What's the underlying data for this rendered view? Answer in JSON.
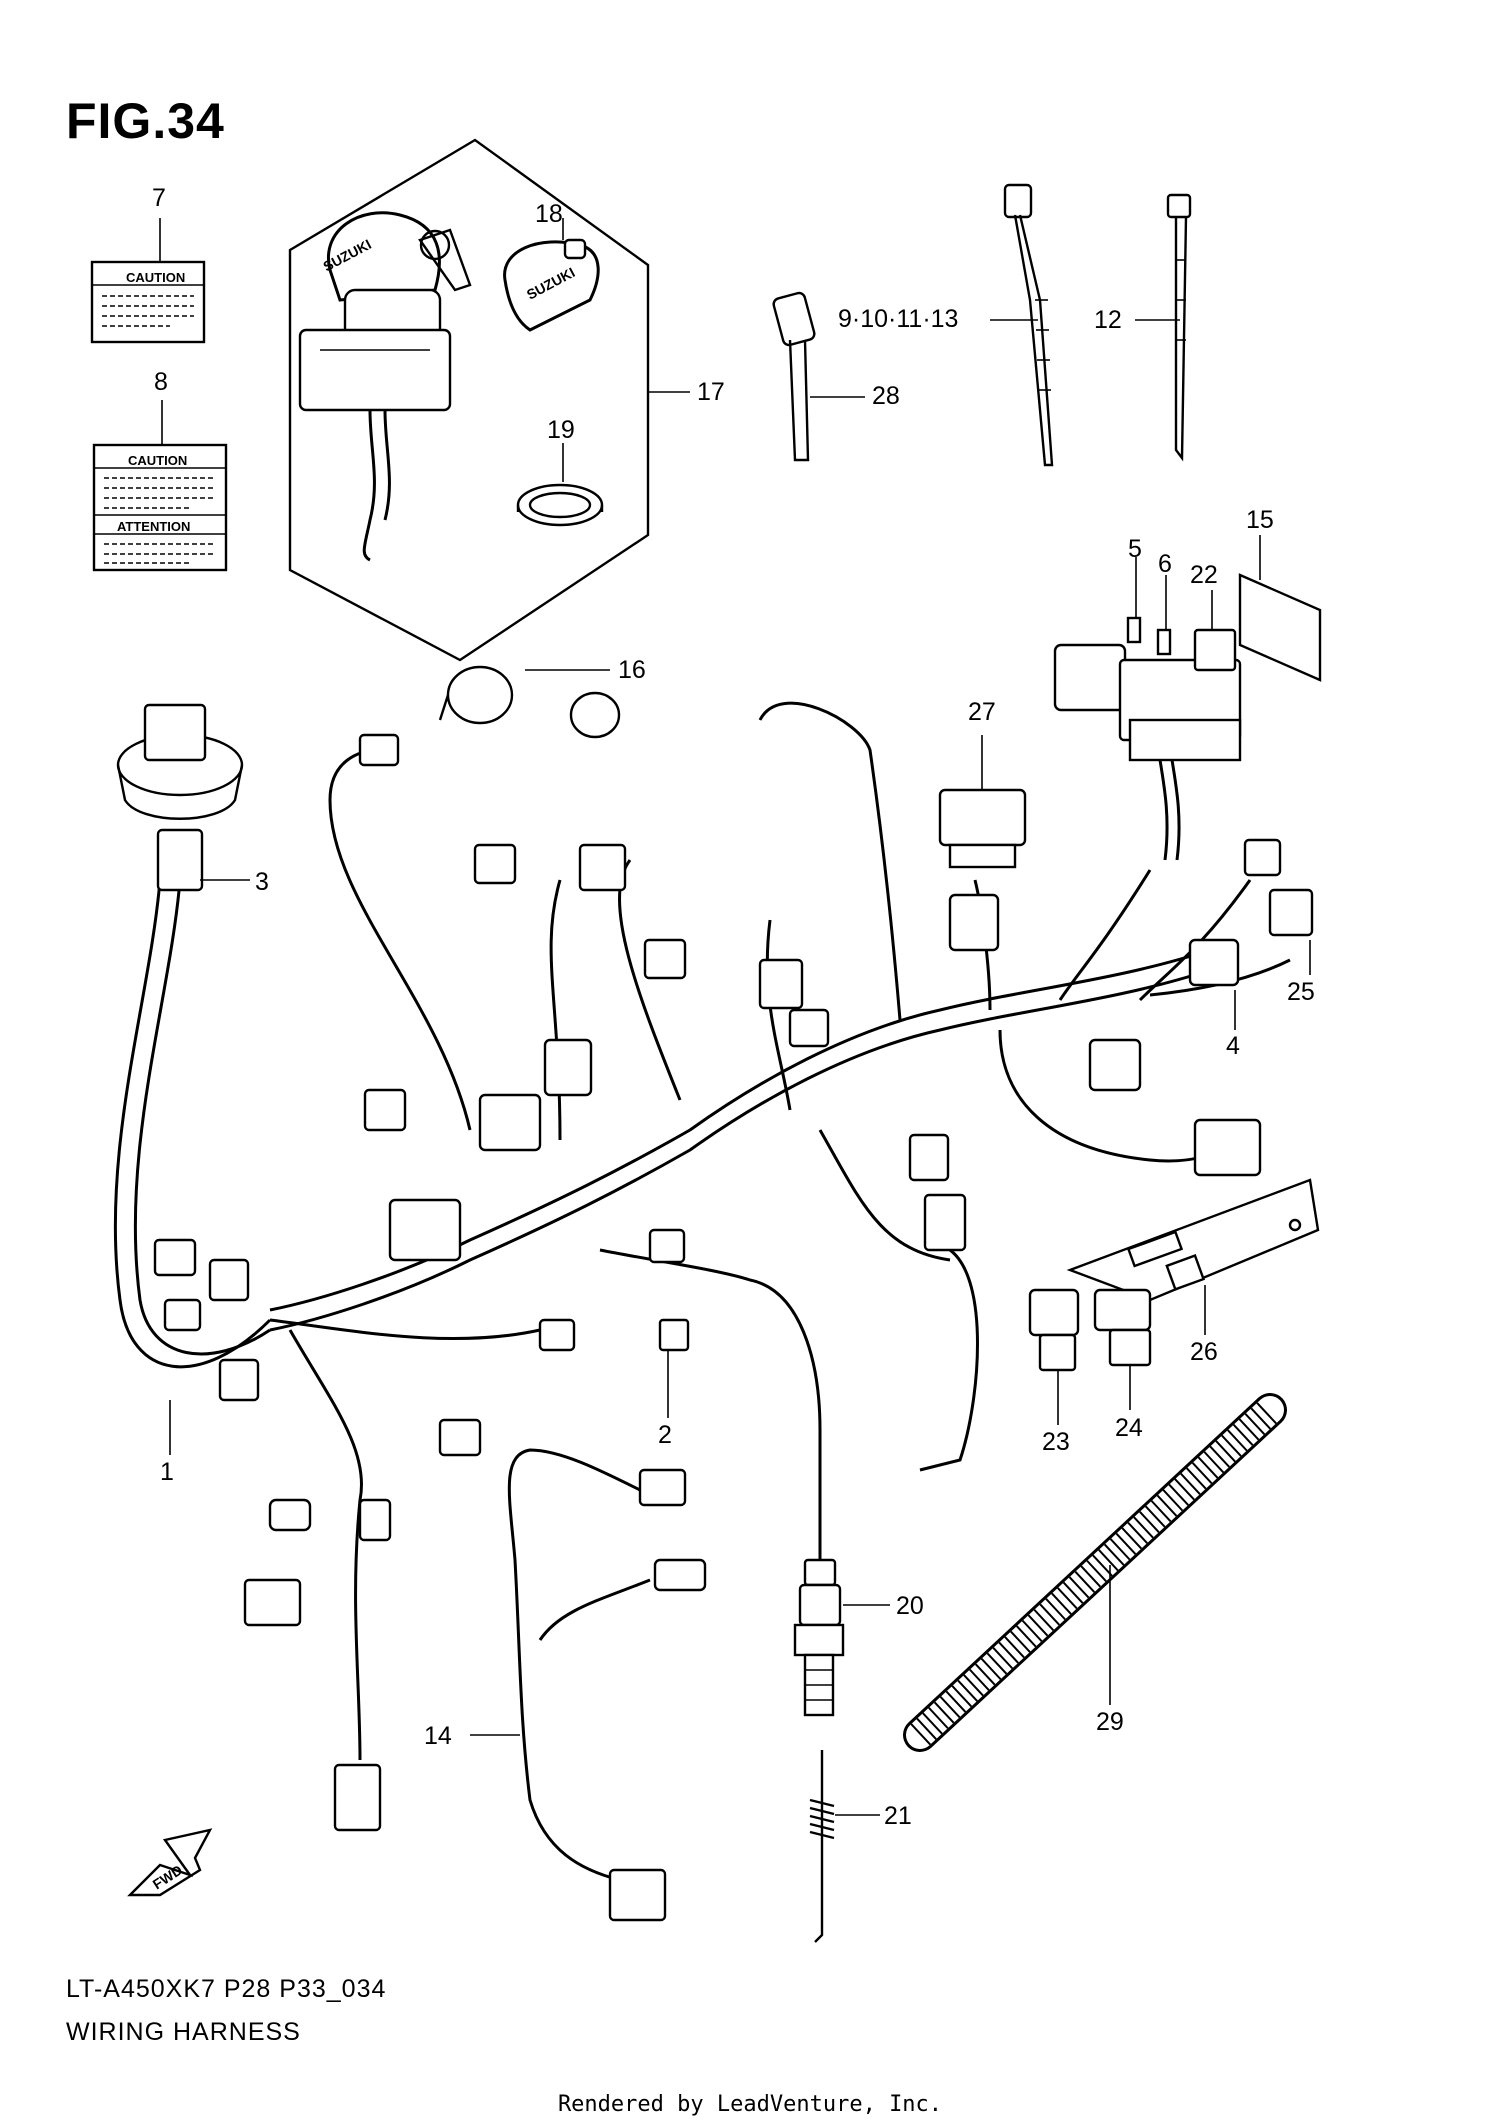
{
  "figure": {
    "title": "FIG.34",
    "model_code": "LT-A450XK7 P28 P33_034",
    "name": "WIRING HARNESS",
    "rendered_by": "Rendered by LeadVenture, Inc."
  },
  "labels": {
    "caution_1": "CAUTION",
    "caution_2": "CAUTION",
    "attention": "ATTENTION",
    "fwd": "FWD",
    "brand": "SUZUKI"
  },
  "callouts": {
    "c1": "1",
    "c2": "2",
    "c3": "3",
    "c4": "4",
    "c5": "5",
    "c6": "6",
    "c7": "7",
    "c8": "8",
    "c9_13": "9·10·11·13",
    "c12": "12",
    "c14": "14",
    "c15": "15",
    "c16": "16",
    "c17": "17",
    "c18": "18",
    "c19": "19",
    "c20": "20",
    "c21": "21",
    "c22": "22",
    "c23": "23",
    "c24": "24",
    "c25": "25",
    "c26": "26",
    "c27": "27",
    "c28": "28",
    "c29": "29"
  }
}
